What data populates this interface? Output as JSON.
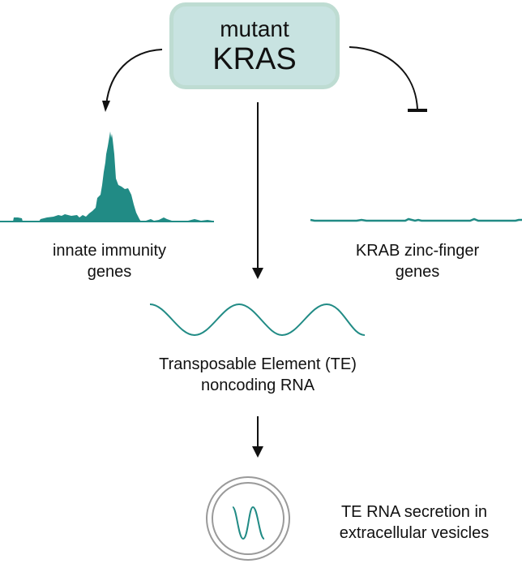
{
  "source_node": {
    "line1": "mutant",
    "line2": "KRAS"
  },
  "left_branch": {
    "relation": "activates",
    "label_line1": "innate immunity",
    "label_line2": "genes",
    "track": "high-peak-signal"
  },
  "right_branch": {
    "relation": "inhibits",
    "label_line1": "KRAB zinc-finger",
    "label_line2": "genes",
    "track": "flat-signal"
  },
  "middle_branch": {
    "relation": "activates",
    "label_line1": "Transposable Element (TE)",
    "label_line2": "noncoding RNA"
  },
  "output": {
    "relation": "leads-to",
    "label_line1": "TE RNA secretion in",
    "label_line2": "extracellular vesicles"
  },
  "colors": {
    "teal": "#218b85",
    "box_fill": "#c8e3e1",
    "box_border": "#bedcd2",
    "vesicle": "#9a9a9a",
    "arrow": "#111111"
  }
}
